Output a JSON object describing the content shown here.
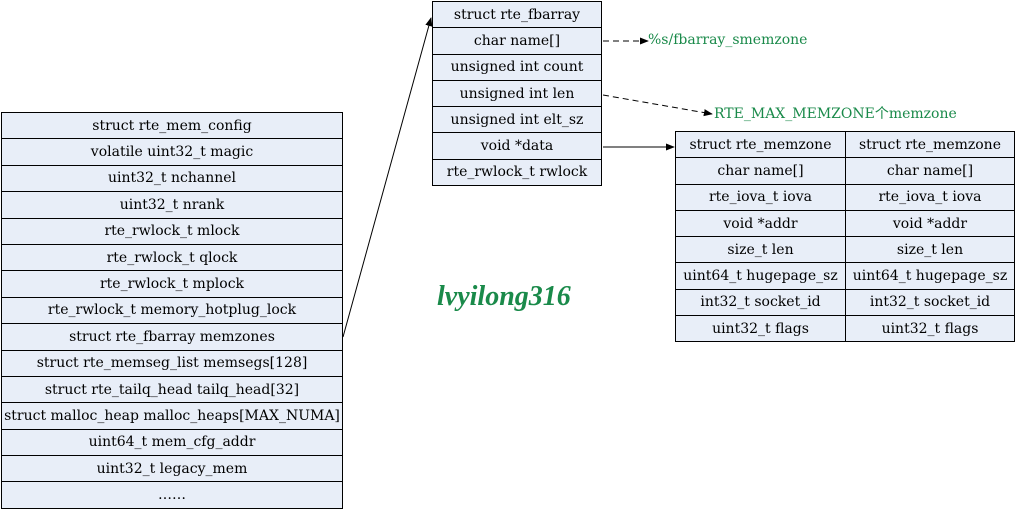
{
  "mem_config": {
    "rows": [
      "struct rte_mem_config",
      "volatile uint32_t magic",
      "uint32_t nchannel",
      "uint32_t nrank",
      "rte_rwlock_t mlock",
      "rte_rwlock_t qlock",
      "rte_rwlock_t mplock",
      "rte_rwlock_t memory_hotplug_lock",
      "struct rte_fbarray memzones",
      "struct rte_memseg_list memsegs[128]",
      "struct rte_tailq_head tailq_head[32]",
      "struct malloc_heap malloc_heaps[MAX_NUMA]",
      "uint64_t mem_cfg_addr",
      "uint32_t legacy_mem",
      "……"
    ]
  },
  "fbarray": {
    "rows": [
      "struct rte_fbarray",
      "char name[]",
      "unsigned int count",
      "unsigned int len",
      "unsigned int elt_sz",
      "void *data",
      "rte_rwlock_t rwlock"
    ]
  },
  "memzones": [
    {
      "rows": [
        "struct rte_memzone",
        "char name[]",
        "rte_iova_t iova",
        "void *addr",
        "size_t len",
        "uint64_t hugepage_sz",
        "int32_t socket_id",
        "uint32_t flags"
      ]
    },
    {
      "rows": [
        "struct rte_memzone",
        "char name[]",
        "rte_iova_t iova",
        "void *addr",
        "size_t len",
        "uint64_t hugepage_sz",
        "int32_t socket_id",
        "uint32_t flags"
      ]
    }
  ],
  "annotations": {
    "name_format": "%s/fbarray_smemzone",
    "len_note": "RTE_MAX_MEMZONE个memzone"
  },
  "watermark": "lvyilong316",
  "colors": {
    "cell_fill": "#e8eef8",
    "annotation": "#1a8a4a",
    "line": "#000000"
  }
}
